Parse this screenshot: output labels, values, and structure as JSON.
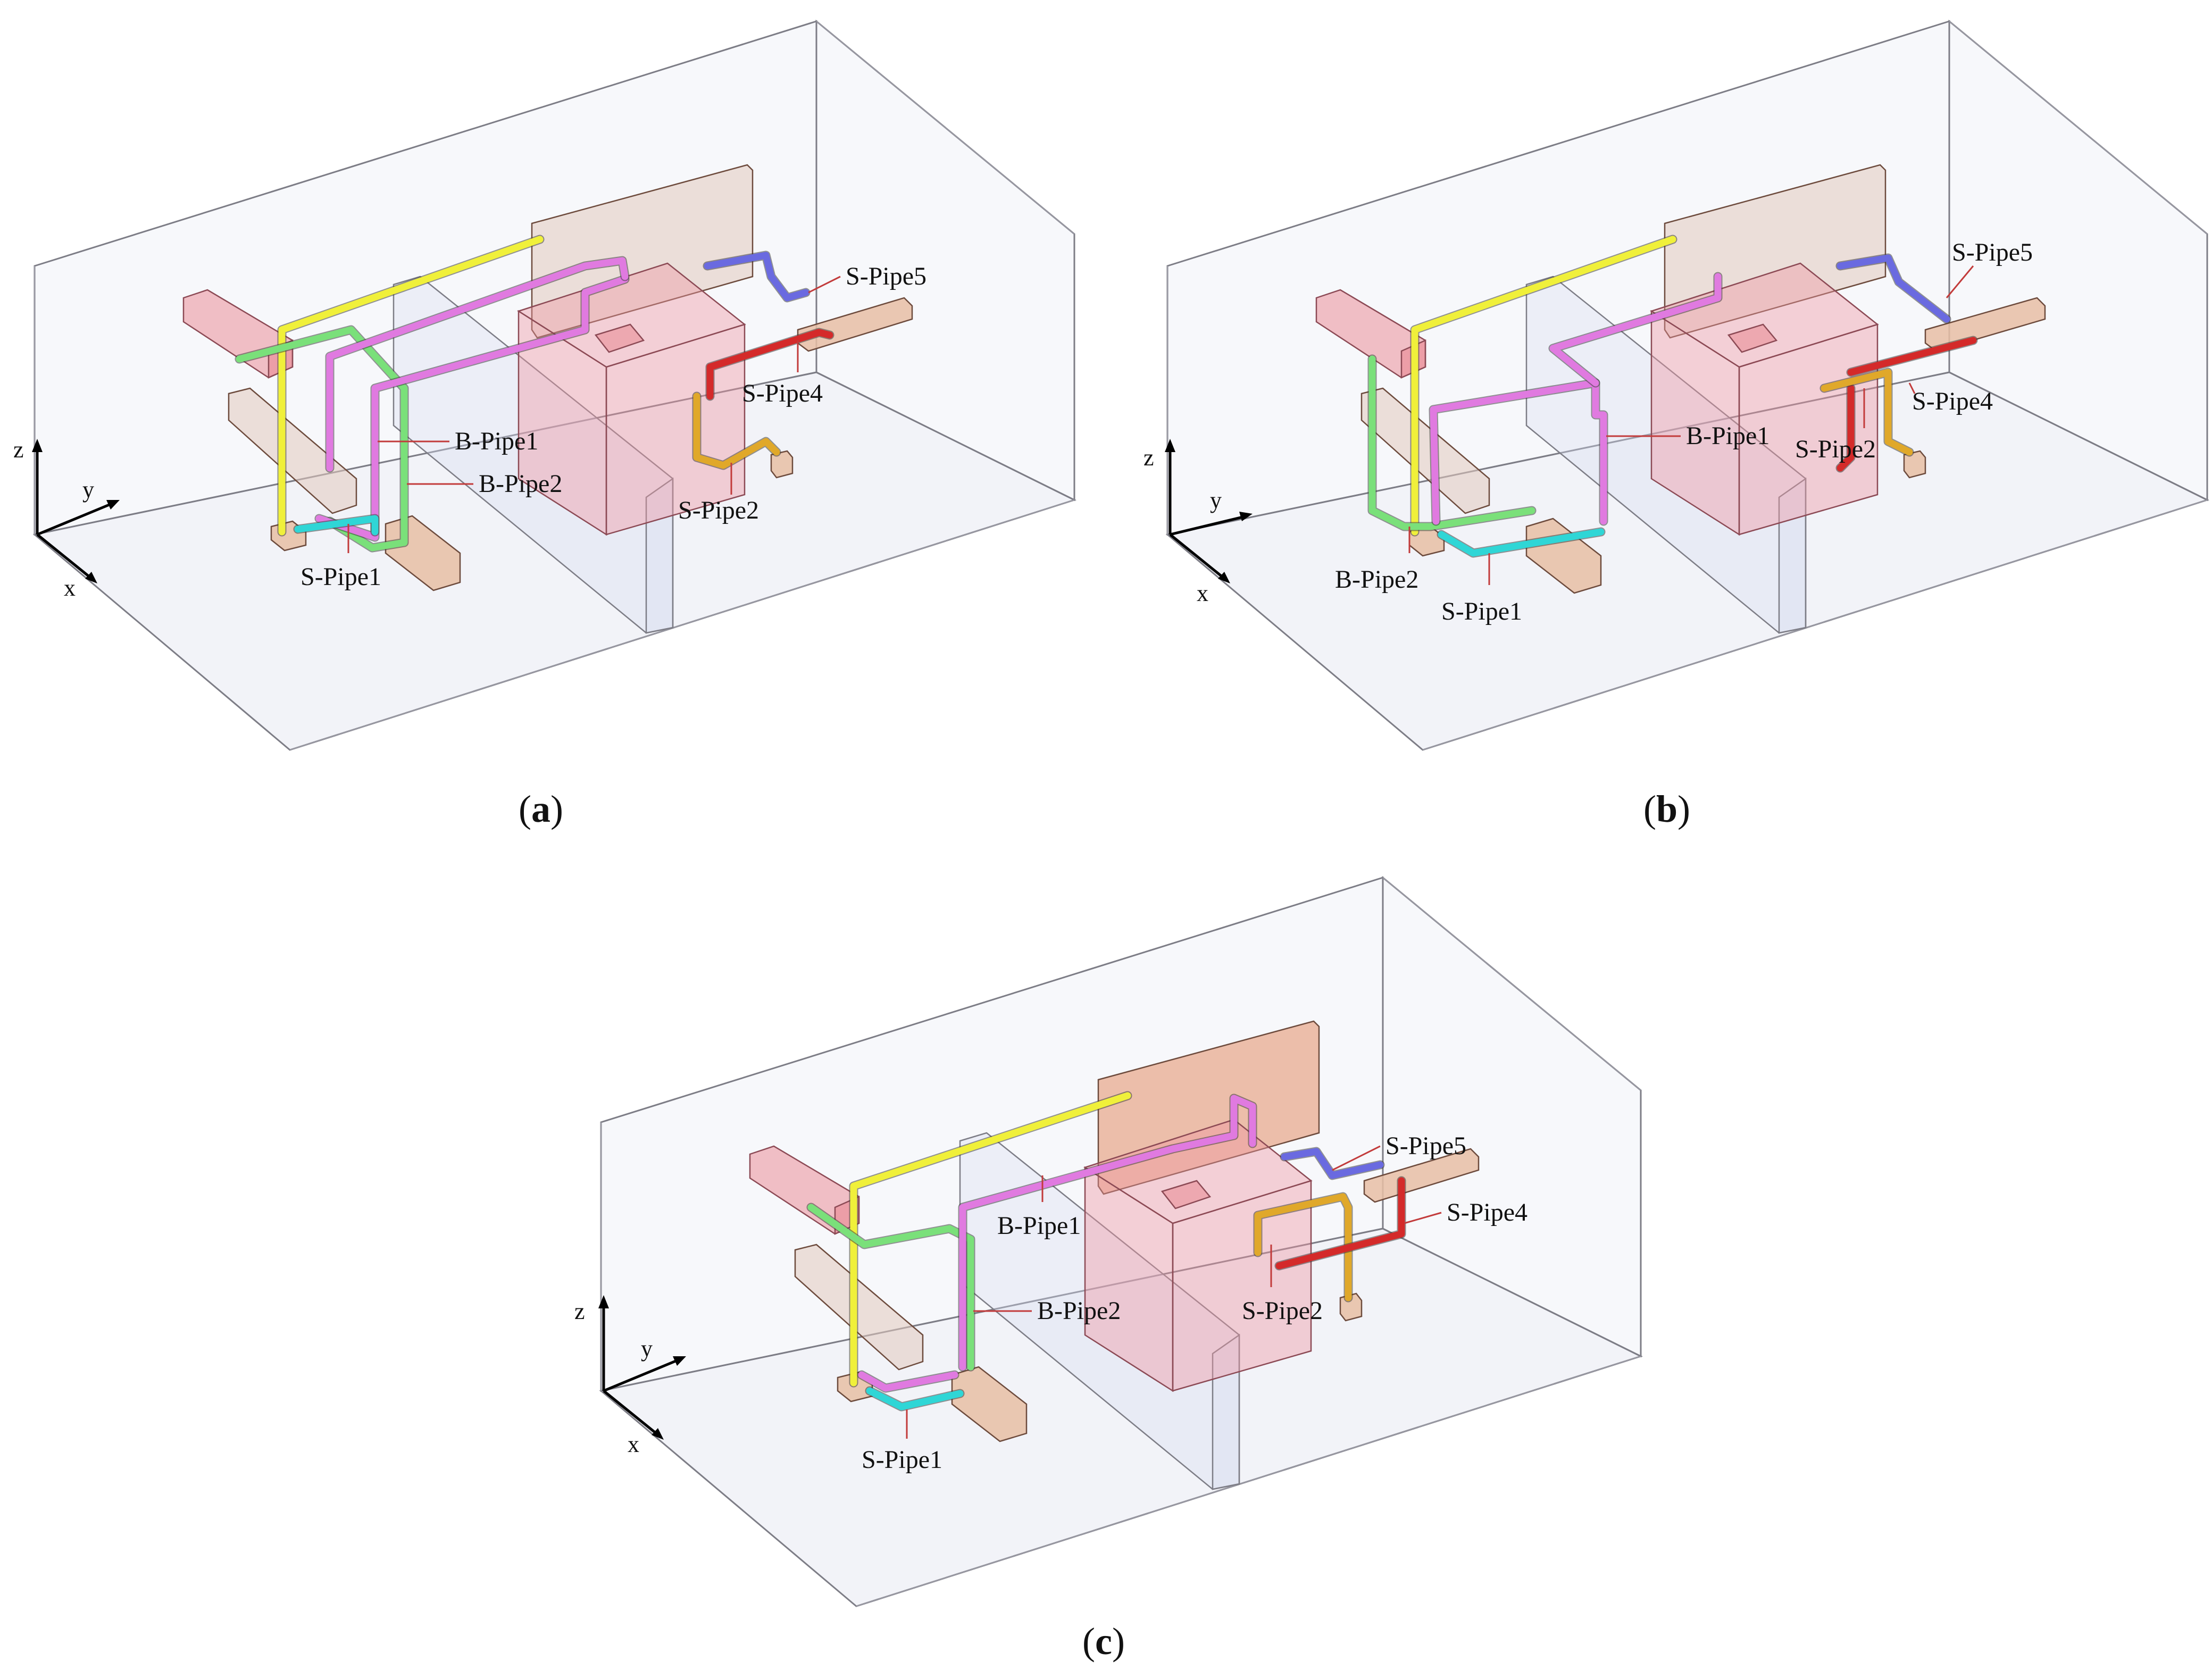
{
  "panels": [
    {
      "caption": "a",
      "axes": {
        "z": "z",
        "y": "y",
        "x": "x"
      },
      "labels": {
        "s_pipe5": "S-Pipe5",
        "s_pipe4": "S-Pipe4",
        "b_pipe1": "B-Pipe1",
        "b_pipe2": "B-Pipe2",
        "s_pipe2": "S-Pipe2",
        "s_pipe1": "S-Pipe1"
      }
    },
    {
      "caption": "b",
      "axes": {
        "z": "z",
        "y": "y",
        "x": "x"
      },
      "labels": {
        "s_pipe5": "S-Pipe5",
        "s_pipe4": "S-Pipe4",
        "b_pipe1": "B-Pipe1",
        "s_pipe2": "S-Pipe2",
        "b_pipe2": "B-Pipe2",
        "s_pipe1": "S-Pipe1"
      }
    },
    {
      "caption": "c",
      "axes": {
        "z": "z",
        "y": "y",
        "x": "x"
      },
      "labels": {
        "s_pipe5": "S-Pipe5",
        "s_pipe4": "S-Pipe4",
        "b_pipe1": "B-Pipe1",
        "b_pipe2": "B-Pipe2",
        "s_pipe2": "S-Pipe2",
        "s_pipe1": "S-Pipe1"
      }
    }
  ],
  "colors": {
    "s_pipe1": "#2fd6d6",
    "s_pipe2": "#e0a82a",
    "s_pipe4": "#d42a2a",
    "s_pipe5": "#6a6ae0",
    "b_pipe1": "#e07ae0",
    "b_pipe2": "#7ae07a",
    "top_pipe": "#f0f03a",
    "leader": "#c23b3b"
  }
}
